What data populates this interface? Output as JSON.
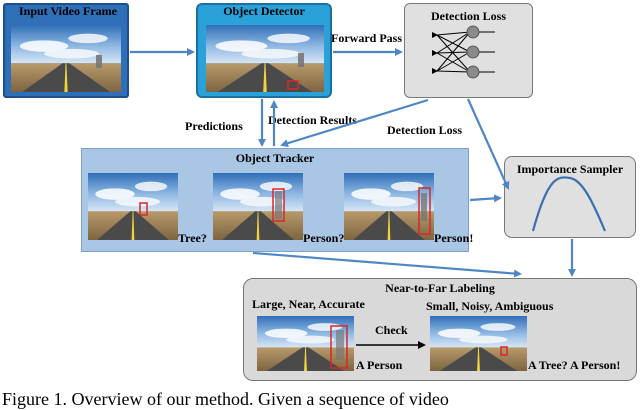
{
  "nodes": {
    "input_frame": "Input Video Frame",
    "detector": "Object Detector",
    "detection_loss": "Detection Loss",
    "tracker": "Object Tracker",
    "sampler": "Importance Sampler",
    "labeling": "Near-to-Far Labeling"
  },
  "edges": {
    "forward_pass": "Forward Pass",
    "predictions": "Predictions",
    "detection_results": "Detection Results",
    "detection_loss": "Detection Loss"
  },
  "tracker_labels": [
    "Tree?",
    "Person?",
    "Person!"
  ],
  "labeling": {
    "near_desc": "Large, Near, Accurate",
    "far_desc": "Small, Noisy, Ambiguous",
    "check": "Check",
    "near_label": "A Person",
    "far_label": "A Tree? A Person!"
  },
  "caption": "Figure 1. Overview of our method. Given a sequence of video",
  "colors": {
    "arrow": "#4f86c6",
    "tracker_fill": "#a9c6e4",
    "labeling_fill": "#d9d9d9",
    "loss_fill": "#e0e0e0",
    "box_red": "#d9262b"
  }
}
